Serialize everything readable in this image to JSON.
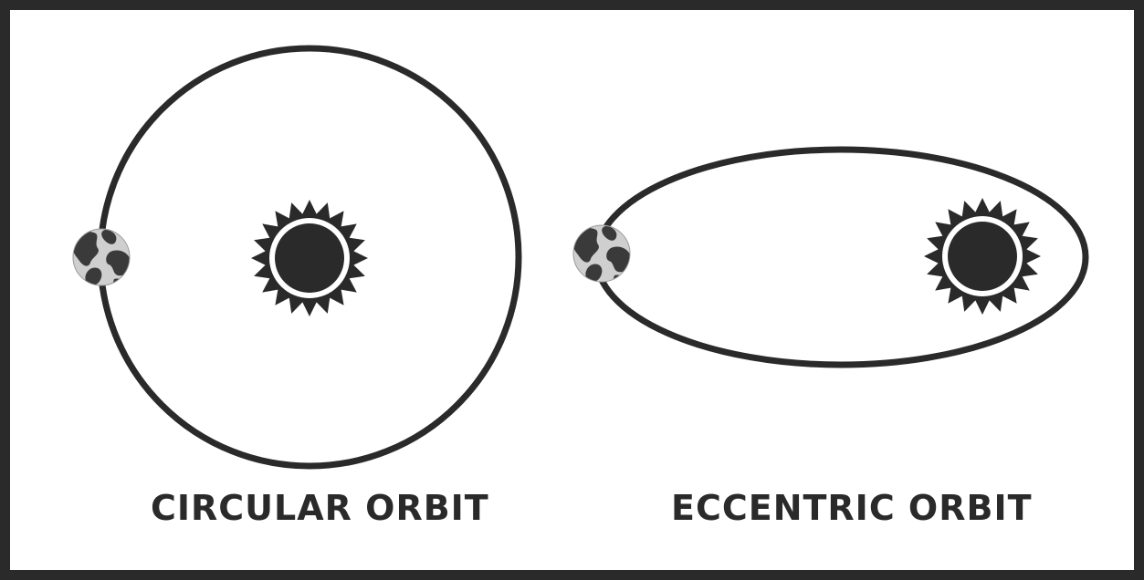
{
  "diagram": {
    "left": {
      "caption": "CIRCULAR ORBIT",
      "orbit_shape": "circle",
      "star_icon": "sun-icon",
      "planet_icon": "earth-icon"
    },
    "right": {
      "caption": "ECCENTRIC ORBIT",
      "orbit_shape": "ellipse",
      "star_icon": "sun-icon",
      "planet_icon": "earth-icon"
    },
    "colors": {
      "ink": "#2a2a2a",
      "planet_land": "#3a3a3a",
      "planet_ocean": "#cfcfcf",
      "background": "#ffffff"
    }
  }
}
